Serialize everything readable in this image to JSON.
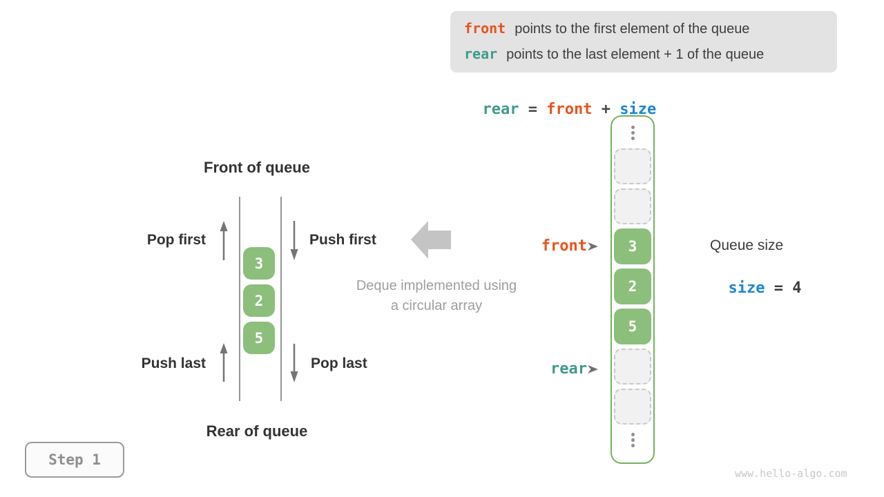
{
  "info_box": {
    "lines": [
      {
        "keyword": "front",
        "text": "points to the first element of the queue"
      },
      {
        "keyword": "rear",
        "text": "points to the last element + 1 of the queue"
      }
    ]
  },
  "formula": {
    "rear": "rear",
    "eq": " = ",
    "front": "front",
    "plus": " + ",
    "size": "size"
  },
  "left_diagram": {
    "front_title": "Front of queue",
    "rear_title": "Rear of queue",
    "pop_first": "Pop first",
    "push_first": "Push first",
    "push_last": "Push last",
    "pop_last": "Pop last",
    "values": [
      "3",
      "2",
      "5"
    ]
  },
  "caption": {
    "line1": "Deque implemented using",
    "line2": "a circular array"
  },
  "array": {
    "cells": [
      {
        "value": "",
        "state": "empty"
      },
      {
        "value": "",
        "state": "empty"
      },
      {
        "value": "3",
        "state": "filled"
      },
      {
        "value": "2",
        "state": "filled"
      },
      {
        "value": "5",
        "state": "filled"
      },
      {
        "value": "",
        "state": "empty"
      },
      {
        "value": "",
        "state": "empty"
      }
    ],
    "front_pointer": "front",
    "rear_pointer": "rear"
  },
  "queue_size": {
    "title": "Queue size",
    "var": "size",
    "rest": " = 4"
  },
  "step_badge": "Step 1",
  "watermark": "www.hello-algo.com",
  "colors": {
    "orange": "#e8531f",
    "teal": "#3f9a8c",
    "blue": "#1b87d3",
    "green-fill": "#8cbe7c",
    "green-border": "#72b25c",
    "dark": "#3d3d3d",
    "gray": "#9e9e9e"
  }
}
